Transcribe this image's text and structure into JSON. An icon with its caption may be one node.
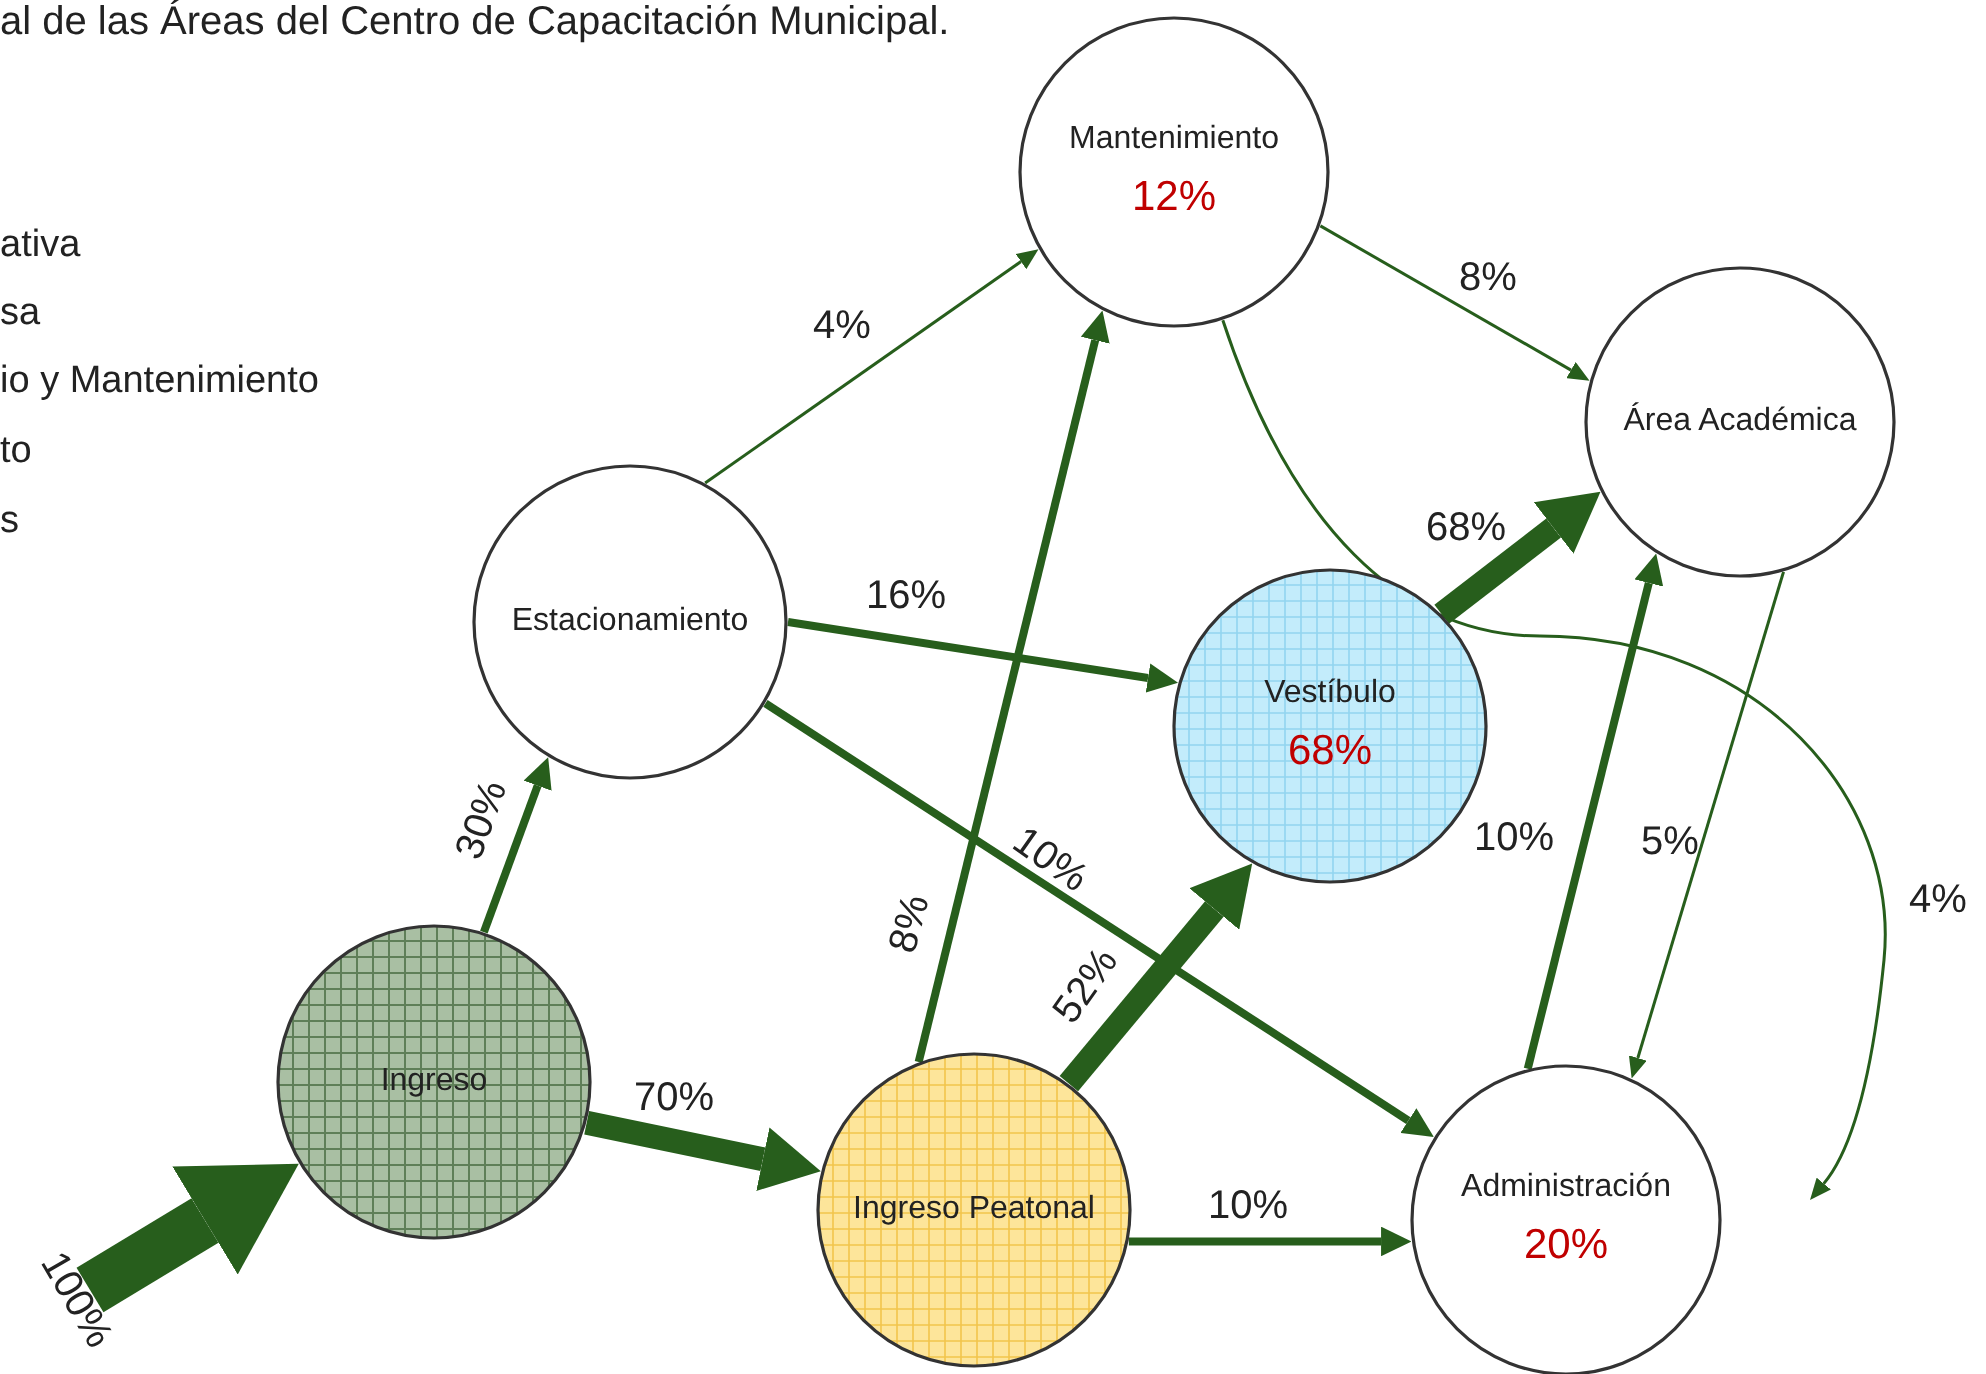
{
  "diagram": {
    "title": "al de las Áreas del Centro de Capacitación Municipal.",
    "nodes": [
      {
        "text": [
          "Mantenimiento",
          "12%"
        ]
      },
      {
        "text": [
          "Estacionamiento"
        ]
      },
      {
        "text": [
          "Área Académica"
        ]
      },
      {
        "text": [
          "Vestíbulo",
          "68%"
        ]
      },
      {
        "text": [
          "Ingreso"
        ]
      },
      {
        "text": [
          "Ingreso Peatonal"
        ]
      },
      {
        "text": [
          "Administración",
          "20%"
        ]
      }
    ],
    "edges": [
      {
        "from": null,
        "to": 4,
        "arrow": "to",
        "label": "100%",
        "style": "thick"
      },
      {
        "from": 4,
        "to": 1,
        "arrow": "to",
        "label": "30%"
      },
      {
        "from": 4,
        "to": 5,
        "arrow": "to",
        "label": "70%",
        "style": "thick"
      },
      {
        "from": 1,
        "to": 0,
        "arrow": "to",
        "label": "4%"
      },
      {
        "from": 1,
        "to": 3,
        "arrow": "to",
        "label": "16%"
      },
      {
        "from": 1,
        "to": 6,
        "arrow": "to",
        "label": "10%"
      },
      {
        "from": 5,
        "to": 0,
        "arrow": "to",
        "label": "8%"
      },
      {
        "from": 5,
        "to": 3,
        "arrow": "to",
        "label": "52%",
        "style": "thick"
      },
      {
        "from": 5,
        "to": 6,
        "arrow": "to",
        "label": "10%"
      },
      {
        "from": 0,
        "to": 2,
        "arrow": "to",
        "label": "8%"
      },
      {
        "from": 0,
        "to": null,
        "arrow": "to",
        "label": "4%"
      },
      {
        "from": 3,
        "to": 2,
        "arrow": "to",
        "label": "68%",
        "style": "thick"
      },
      {
        "from": 6,
        "to": 2,
        "arrow": "to",
        "label": "10%"
      },
      {
        "from": 2,
        "to": 6,
        "arrow": "to",
        "label": "5%"
      }
    ],
    "labels": [
      "ativa",
      "sa",
      "io y Mantenimiento",
      "to",
      "s"
    ]
  }
}
